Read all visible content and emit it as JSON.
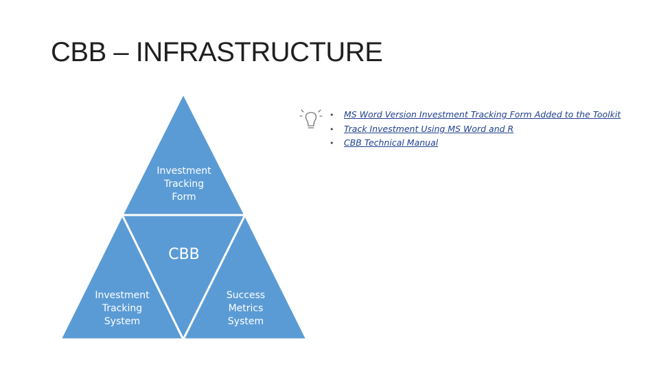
{
  "slide": {
    "title": "CBB – INFRASTRUCTURE"
  },
  "diagram": {
    "top_label": "Investment\nTracking\nForm",
    "center_label": "CBB",
    "left_label": "Investment\nTracking\nSystem",
    "right_label": "Success\nMetrics\nSystem",
    "fill_color": "#5b9bd5",
    "stroke_color": "#ffffff"
  },
  "links": [
    {
      "text": "MS Word Version Investment Tracking Form Added to the Toolkit"
    },
    {
      "text": "Track Investment Using MS Word and R"
    },
    {
      "text": "CBB Technical Manual"
    }
  ],
  "icons": {
    "bulb": "lightbulb-icon",
    "bullet": "•"
  }
}
